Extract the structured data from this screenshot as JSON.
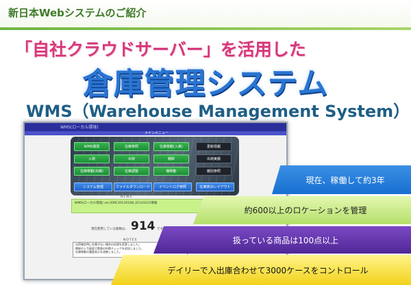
{
  "header": {
    "title": "新日本Webシステムのご紹介"
  },
  "headline": {
    "line1": "「自社クラウドサーバー」を活用した",
    "line2": "倉庫管理システム",
    "line3": "WMS（Warehouse Management System）"
  },
  "screenshot": {
    "window_title": "WMS(ローカル環境)",
    "menu_title": "メインメニュー",
    "menu_buttons": [
      {
        "label": "WMS環境",
        "style": "green"
      },
      {
        "label": "在庫参照",
        "style": "green"
      },
      {
        "label": "在庫移動(入庫)",
        "style": "green"
      },
      {
        "label": "更新情報",
        "style": "dark"
      },
      {
        "label": "入荷",
        "style": "green"
      },
      {
        "label": "出荷",
        "style": "green"
      },
      {
        "label": "棚卸",
        "style": "green"
      },
      {
        "label": "出荷実績",
        "style": "dark"
      },
      {
        "label": "在庫移動(出庫)",
        "style": "green"
      },
      {
        "label": "在庫調整",
        "style": "green"
      },
      {
        "label": "棚移動",
        "style": "green"
      },
      {
        "label": "棚別参照",
        "style": "dark"
      },
      {
        "label": "システム管理",
        "style": "blue"
      },
      {
        "label": "ファイルダウンロード",
        "style": "blue"
      },
      {
        "label": "イベントログ参照",
        "style": "blue"
      },
      {
        "label": "在庫表示レイアウト",
        "style": "blue"
      }
    ],
    "news_label": "NEWS",
    "news_text": "WMS(ローカル環境) ver.20RC20130108_01143211情報",
    "count_label": "現在使用している総数は、",
    "count_value": "914",
    "count_unit": "です。",
    "notes_label": "NOTES",
    "notes": [
      "出荷確定時に在庫がない場合の処理を変更しました。",
      "棚卸の入力画面で数量の桁数チェックを追加しました。",
      "在庫移動の履歴表示を改善しました。"
    ]
  },
  "bands": [
    {
      "text": "現在、稼働して約3年"
    },
    {
      "text": "約600以上のロケーションを管理"
    },
    {
      "text": "扱っている商品は100点以上"
    },
    {
      "text": "デイリーで入出庫合わせて3000ケースをコントロール"
    }
  ],
  "colors": {
    "header_text": "#3f7a2a",
    "accent_pink": "#d6397b",
    "accent_blue": "#2a75d3",
    "band_blue": "#176fd1",
    "band_green": "#b5e06a",
    "band_purple": "#4f2796",
    "band_yellow": "#f2d21b"
  }
}
